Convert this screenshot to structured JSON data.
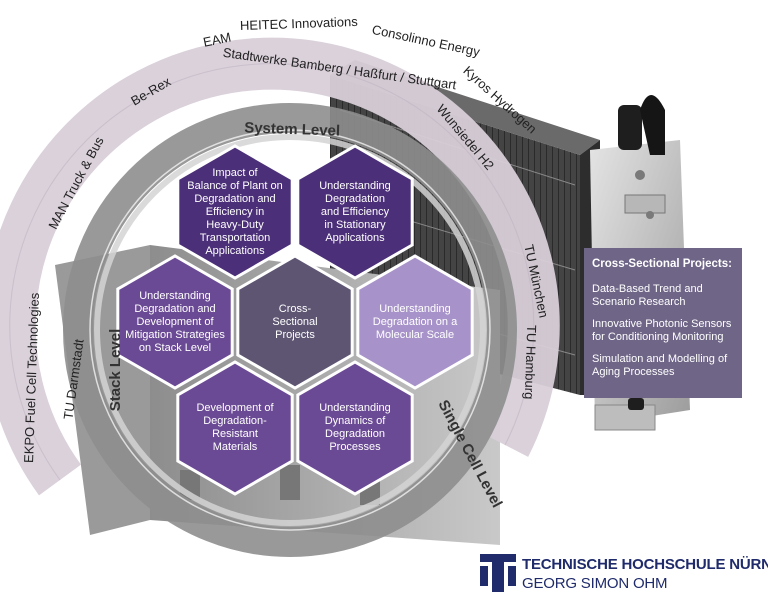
{
  "partners_outer": [
    "EAM",
    "HEITEC Innovations",
    "Consolinno Energy",
    "Kyros Hydrogen",
    "Stadtwerke Bamberg / Haßfurt / Stuttgart",
    "Wunsiedel H2",
    "Be-Rex",
    "MAN Truck & Bus",
    "EKPO Fuel Cell Technologies",
    "TU Darmstadt",
    "TU München",
    "TU Hamburg"
  ],
  "levels": {
    "system": "System Level",
    "stack": "Stack Level",
    "single_cell": "Single Cell Level"
  },
  "hexagons": {
    "bop": [
      "Impact of",
      "Balance of Plant on",
      "Degradation and",
      "Efficiency in",
      "Heavy-Duty",
      "Transportation",
      "Applications"
    ],
    "stationary": [
      "Understanding",
      "Degradation",
      "and Efficiency",
      "in Stationary",
      "Applications"
    ],
    "stack": [
      "Understanding",
      "Degradation and",
      "Development of",
      "Mitigation Strategies",
      "on Stack Level"
    ],
    "center": [
      "Cross-",
      "Sectional",
      "Projects"
    ],
    "molecular": [
      "Understanding",
      "Degradation on a",
      "Molecular Scale"
    ],
    "materials": [
      "Development of",
      "Degradation-",
      "Resistant",
      "Materials"
    ],
    "dynamics": [
      "Understanding",
      "Dynamics of",
      "Degradation",
      "Processes"
    ]
  },
  "cross_sectional": {
    "title": "Cross-Sectional Projects:",
    "items": [
      "Data-Based Trend and Scenario Research",
      "Innovative Photonic Sensors for Conditioning Monitoring",
      "Simulation and Modelling of Aging Processes"
    ]
  },
  "logo": {
    "line1": "TECHNISCHE HOCHSCHULE NÜRNBERG",
    "line2": "GEORG SIMON OHM"
  },
  "colors": {
    "hex_dark": "#4b2f78",
    "hex_mid": "#6b4a95",
    "hex_center": "#5e5573",
    "hex_light": "#a793c9",
    "ring_outer": "#d8cfd8",
    "ring_inner": "#9a9a9a",
    "logo_blue": "#1f2b6b",
    "box": "#6f6587"
  }
}
